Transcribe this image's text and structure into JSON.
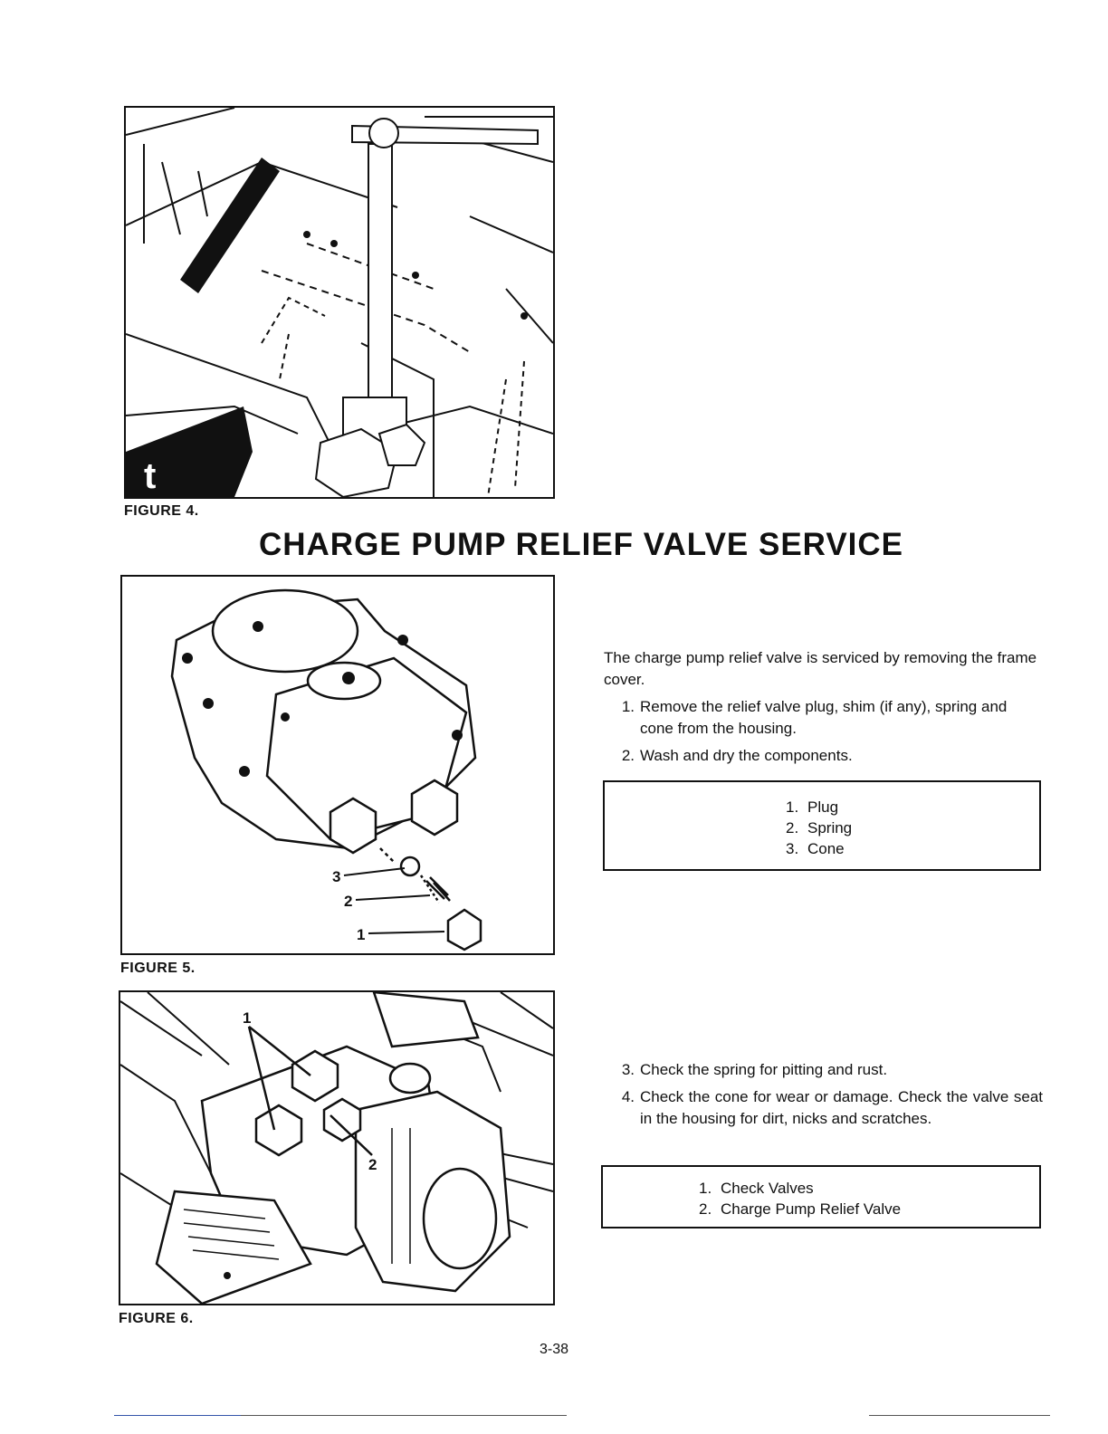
{
  "figures": {
    "fig4": {
      "caption": "FIGURE 4."
    },
    "fig5": {
      "caption": "FIGURE 5.",
      "callouts": [
        "3",
        "2",
        "1"
      ]
    },
    "fig6": {
      "caption": "FIGURE 6.",
      "callouts": [
        "1",
        "2"
      ]
    }
  },
  "section": {
    "title": "CHARGE PUMP RELIEF VALVE SERVICE"
  },
  "block1": {
    "intro": "The charge pump relief valve is serviced by removing the frame cover.",
    "steps": [
      {
        "num": "1.",
        "text": "Remove the relief valve plug, shim (if any), spring and cone from the housing."
      },
      {
        "num": "2.",
        "text": "Wash and dry the components."
      }
    ],
    "legend": [
      {
        "num": "1.",
        "text": "Plug"
      },
      {
        "num": "2.",
        "text": "Spring"
      },
      {
        "num": "3.",
        "text": "Cone"
      }
    ]
  },
  "block2": {
    "steps": [
      {
        "num": "3.",
        "text": "Check the spring for pitting and rust."
      },
      {
        "num": "4.",
        "text": "Check the cone for wear or damage. Check the valve seat in the housing for dirt, nicks and scratches."
      }
    ],
    "legend": [
      {
        "num": "1.",
        "text": "Check Valves"
      },
      {
        "num": "2.",
        "text": "Charge Pump Relief Valve"
      }
    ]
  },
  "page_number": "3-38"
}
